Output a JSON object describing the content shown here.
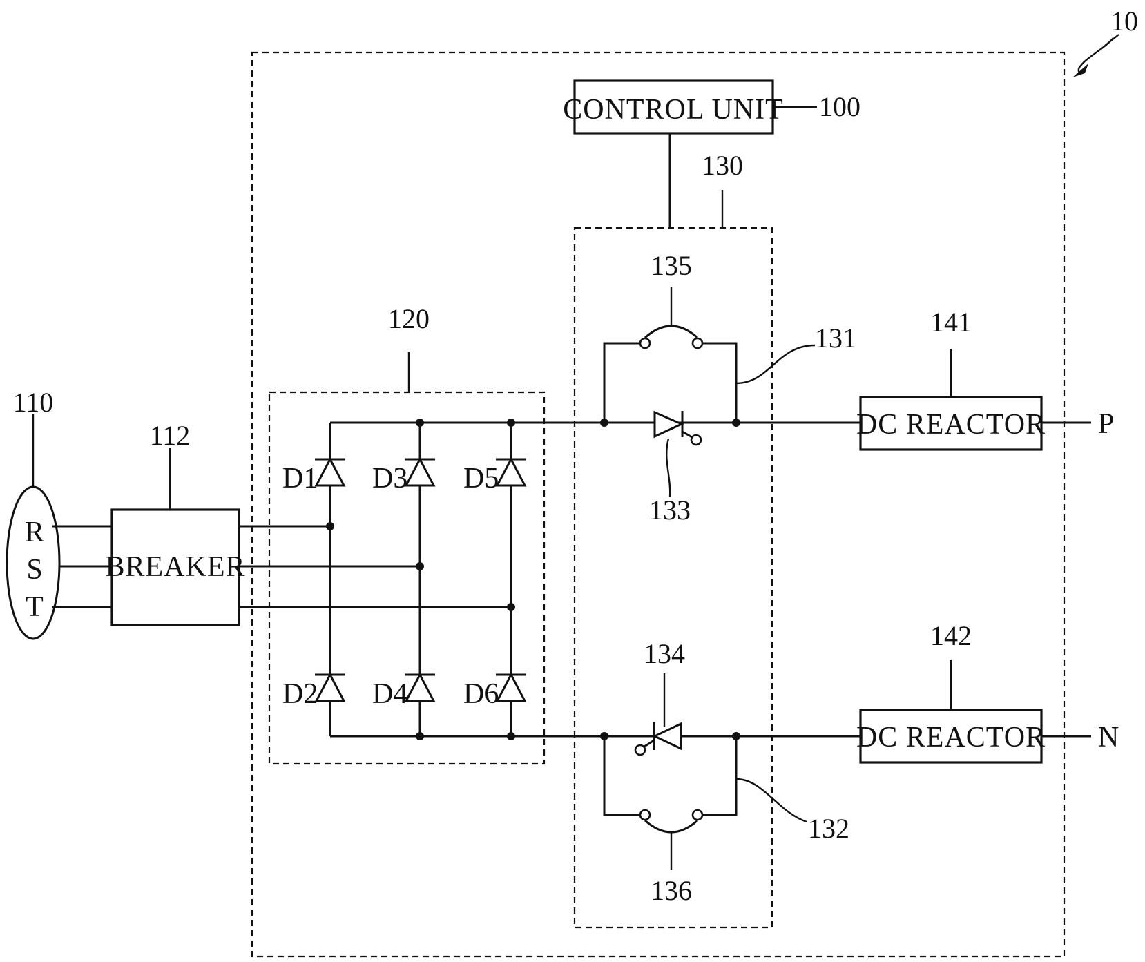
{
  "refs": {
    "r10": "10",
    "r100": "100",
    "r110": "110",
    "r112": "112",
    "r120": "120",
    "r130": "130",
    "r131": "131",
    "r132": "132",
    "r133": "133",
    "r134": "134",
    "r135": "135",
    "r136": "136",
    "r141": "141",
    "r142": "142"
  },
  "blocks": {
    "control_unit": "CONTROL UNIT",
    "breaker": "BREAKER",
    "dc_reactor_p": "DC REACTOR",
    "dc_reactor_n": "DC REACTOR"
  },
  "source_phases": [
    "R",
    "S",
    "T"
  ],
  "diodes": [
    "D1",
    "D2",
    "D3",
    "D4",
    "D5",
    "D6"
  ],
  "terminals": {
    "p": "P",
    "n": "N"
  }
}
